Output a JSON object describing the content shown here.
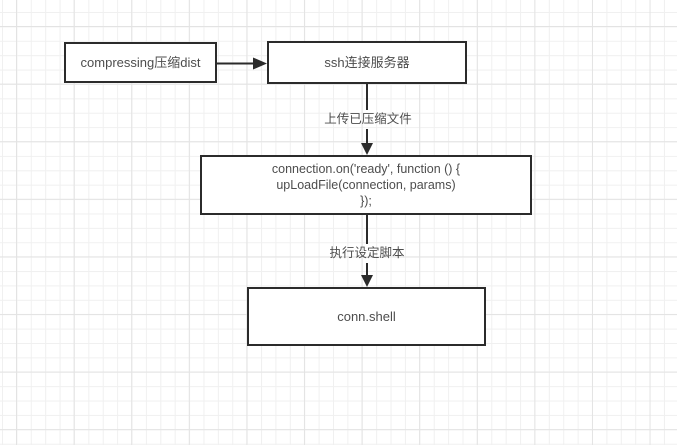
{
  "diagram": {
    "nodes": [
      {
        "id": "compress",
        "label": "compressing压缩dist"
      },
      {
        "id": "ssh",
        "label": "ssh连接服务器"
      },
      {
        "id": "ready",
        "lines": [
          "connection.on('ready', function () {",
          "upLoadFile(connection, params)",
          "});"
        ]
      },
      {
        "id": "shell",
        "label": "conn.shell"
      }
    ],
    "edges": [
      {
        "from": "compress",
        "to": "ssh",
        "label": ""
      },
      {
        "from": "ssh",
        "to": "ready",
        "label": "上传已压缩文件"
      },
      {
        "from": "ready",
        "to": "shell",
        "label": "执行设定脚本"
      }
    ],
    "colors": {
      "canvas": "#ffffff",
      "grid_minor": "#f0f0f0",
      "grid_major": "#e3e3e3",
      "node_border": "#2b2b2b",
      "node_fill": "#ffffff",
      "text": "#4d4d4d",
      "connector": "#2b2b2b"
    }
  }
}
